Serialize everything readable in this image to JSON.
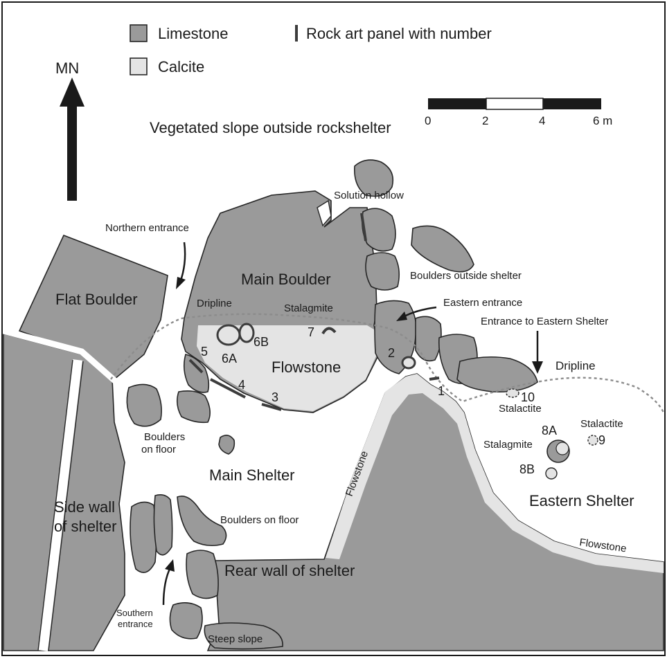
{
  "legend": {
    "limestone": "Limestone",
    "calcite": "Calcite",
    "rock_art": "Rock art panel with number"
  },
  "north": "MN",
  "scale": {
    "ticks": [
      "0",
      "2",
      "4",
      "6 m"
    ]
  },
  "labels": {
    "vegetated_slope": "Vegetated slope outside rockshelter",
    "solution_hollow": "Solution hollow",
    "northern_entrance": "Northern entrance",
    "main_boulder": "Main Boulder",
    "boulders_outside": "Boulders outside shelter",
    "flat_boulder": "Flat Boulder",
    "eastern_entrance": "Eastern entrance",
    "entrance_eastern_shelter": "Entrance to Eastern Shelter",
    "dripline_west": "Dripline",
    "dripline_east": "Dripline",
    "stalagmite_main": "Stalagmite",
    "flowstone_main": "Flowstone",
    "boulders_on_floor_1": "Boulders",
    "boulders_on_floor_2": "on floor",
    "main_shelter": "Main Shelter",
    "side_wall_1": "Side wall",
    "side_wall_2": "of shelter",
    "boulders_on_floor_south": "Boulders on floor",
    "flowstone_diag": "Flowstone",
    "rear_wall": "Rear wall of shelter",
    "southern_entrance_1": "Southern",
    "southern_entrance_2": "entrance",
    "steep_slope": "Steep slope",
    "stalactite_10": "Stalactite",
    "stalactite_9": "Stalactite",
    "stalagmite_8": "Stalagmite",
    "eastern_shelter": "Eastern Shelter",
    "flowstone_east": "Flowstone"
  },
  "panels": {
    "p1": "1",
    "p2": "2",
    "p3": "3",
    "p4": "4",
    "p5": "5",
    "p6a": "6A",
    "p6b": "6B",
    "p7": "7",
    "p8a": "8A",
    "p8b": "8B",
    "p9": "9",
    "p10": "10"
  },
  "colors": {
    "limestone": "#9a9a9a",
    "calcite": "#e4e4e4",
    "outline": "#262626"
  }
}
